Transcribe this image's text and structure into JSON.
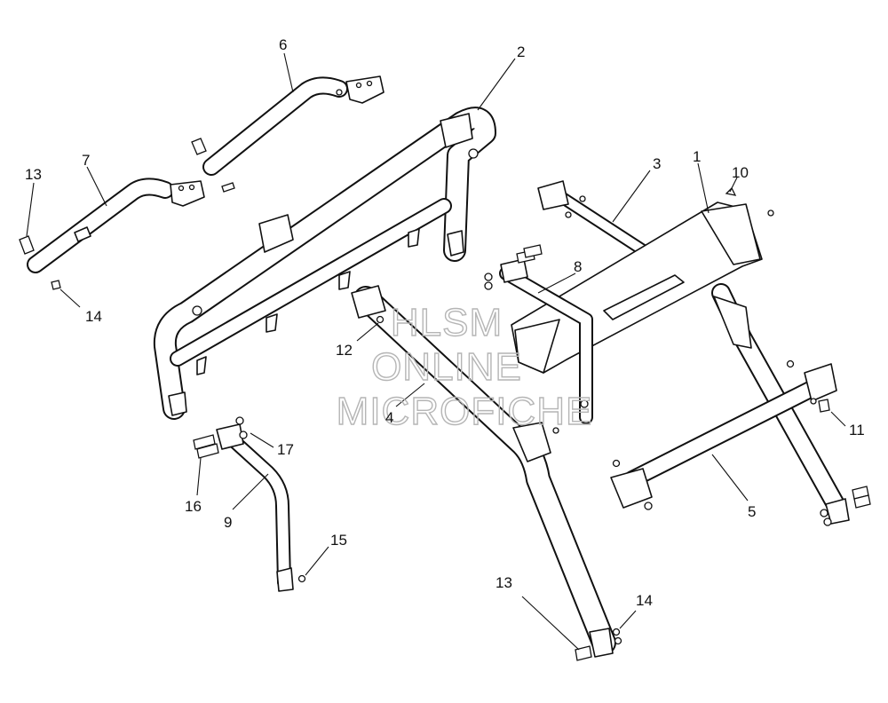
{
  "diagram": {
    "callouts": [
      {
        "id": "c1",
        "label": "1"
      },
      {
        "id": "c2",
        "label": "2"
      },
      {
        "id": "c3",
        "label": "3"
      },
      {
        "id": "c4",
        "label": "4"
      },
      {
        "id": "c5",
        "label": "5"
      },
      {
        "id": "c6",
        "label": "6"
      },
      {
        "id": "c7",
        "label": "7"
      },
      {
        "id": "c8",
        "label": "8"
      },
      {
        "id": "c9",
        "label": "9"
      },
      {
        "id": "c10",
        "label": "10"
      },
      {
        "id": "c11",
        "label": "11"
      },
      {
        "id": "c12",
        "label": "12"
      },
      {
        "id": "c13a",
        "label": "13"
      },
      {
        "id": "c13b",
        "label": "13"
      },
      {
        "id": "c14a",
        "label": "14"
      },
      {
        "id": "c14b",
        "label": "14"
      },
      {
        "id": "c15",
        "label": "15"
      },
      {
        "id": "c16",
        "label": "16"
      },
      {
        "id": "c17",
        "label": "17"
      }
    ]
  },
  "watermark": {
    "line1": "HLSM",
    "line2": "ONLINE",
    "line3": "MICROFICHE",
    "color": "#b5b5b5"
  }
}
